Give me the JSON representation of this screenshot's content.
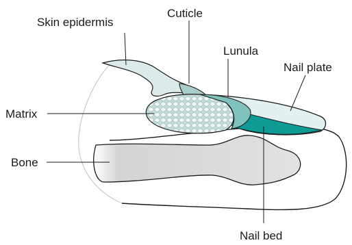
{
  "diagram": {
    "labels": {
      "skin_epidermis": "Skin epidermis",
      "cuticle": "Cuticle",
      "lunula": "Lunula",
      "nail_plate": "Nail plate",
      "matrix": "Matrix",
      "bone": "Bone",
      "nail_bed": "Nail bed"
    },
    "colors": {
      "outline": "#1a1a1a",
      "skin_fill": "#dcebea",
      "cuticle_fill": "#a9cdca",
      "lunula_fill": "#7fc1bd",
      "nail_plate_fill": "#e3f1f1",
      "nail_bed_fill": "#0e9a95",
      "matrix_fill": "#c4dcd9",
      "matrix_cell": "#f1f7f6",
      "bone_fill": "#e0e0e0",
      "soft_tissue_edge": "#b8b8b8"
    }
  }
}
